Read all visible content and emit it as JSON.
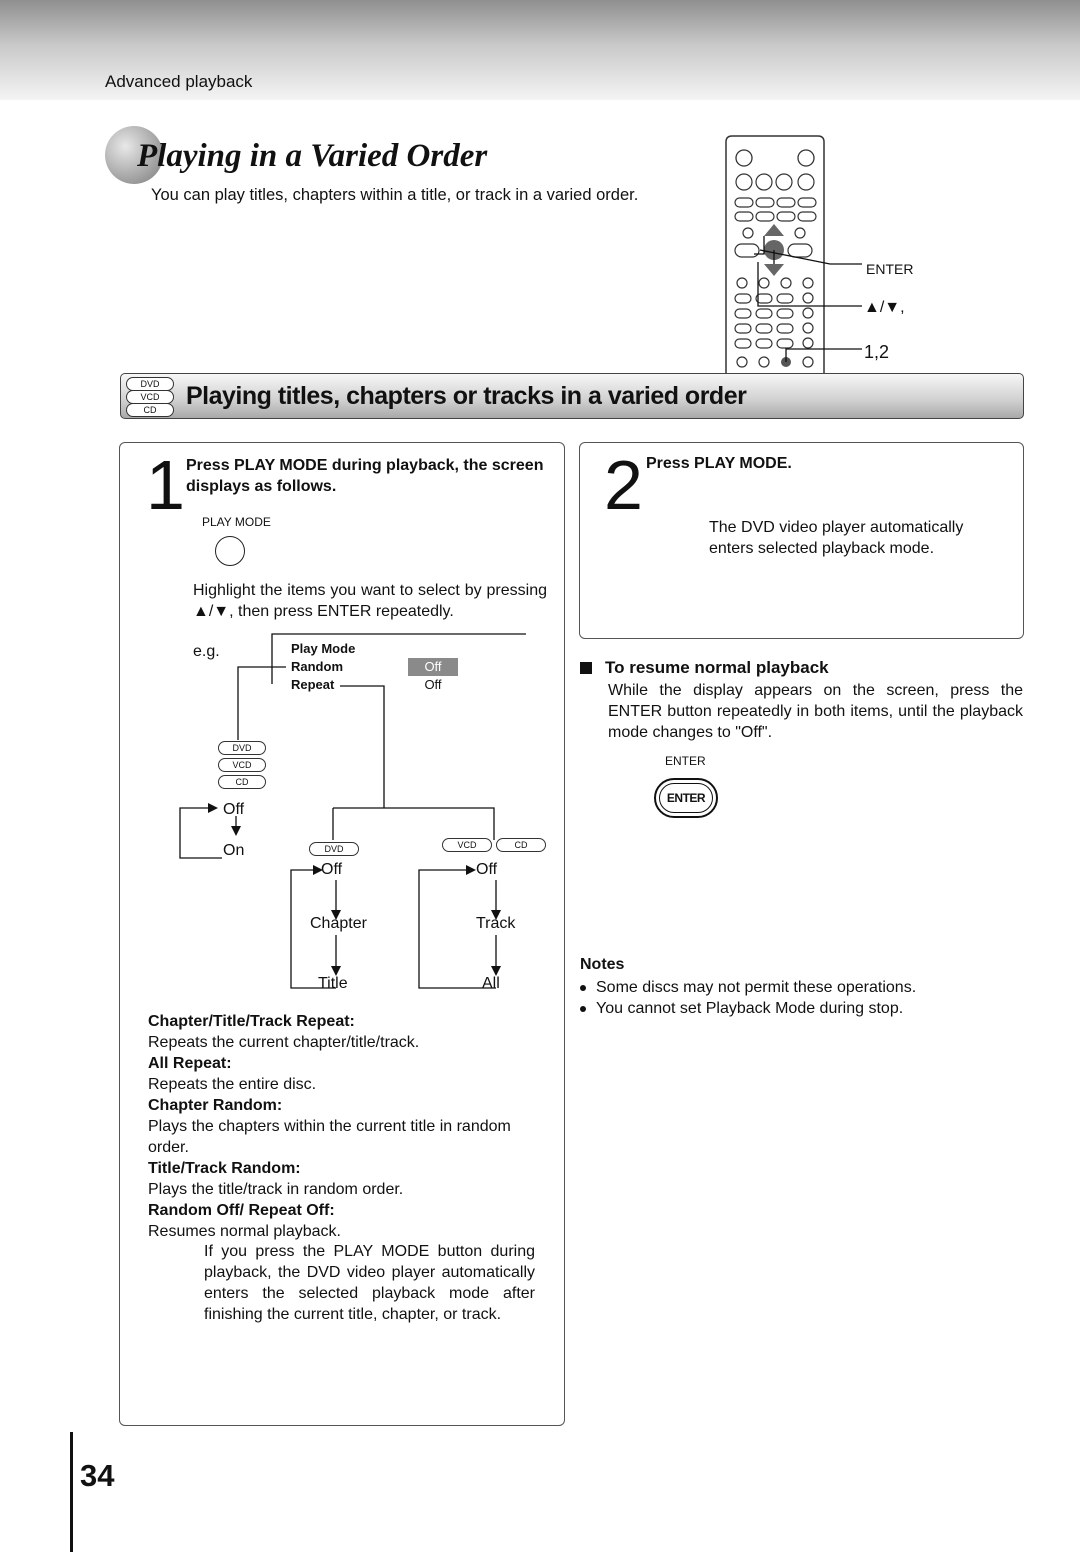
{
  "header": {
    "section": "Advanced playback"
  },
  "title": "Playing in a Varied Order",
  "intro": "You can play titles, chapters within a title, or track in a varied order.",
  "remote": {
    "label_enter": "ENTER",
    "label_arrows": "▲/▼,",
    "label_steps": "1,2"
  },
  "banner": {
    "discs": [
      "DVD",
      "VCD",
      "CD"
    ],
    "text": "Playing titles, chapters or tracks in a varied order"
  },
  "step1": {
    "number": "1",
    "heading": "Press PLAY MODE during playback, the screen displays as follows.",
    "button_label": "PLAY MODE",
    "instruction": "Highlight the items you want to select by pressing ▲/▼, then press ENTER repeatedly.",
    "eg": "e.g.",
    "menu": {
      "title": "Play Mode",
      "random": "Random",
      "repeat": "Repeat",
      "random_value": "Off",
      "repeat_value": "Off"
    },
    "random_flow": {
      "discs": [
        "DVD",
        "VCD",
        "CD"
      ],
      "off": "Off",
      "on": "On"
    },
    "repeat_flow": {
      "dvd_disc": "DVD",
      "vcd_disc": "VCD",
      "cd_disc": "CD",
      "dvd_off": "Off",
      "dvd_chapter": "Chapter",
      "dvd_title": "Title",
      "cd_off": "Off",
      "cd_track": "Track",
      "cd_all": "All"
    },
    "definitions": [
      {
        "term": "Chapter/Title/Track Repeat:",
        "desc": "Repeats the current chapter/title/track."
      },
      {
        "term": "All Repeat:",
        "desc": "Repeats the entire disc."
      },
      {
        "term": "Chapter Random:",
        "desc": "Plays the chapters within the current title in random order."
      },
      {
        "term": "Title/Track Random:",
        "desc": "Plays the title/track in random order."
      },
      {
        "term": "Random Off/ Repeat Off:",
        "desc": "Resumes normal playback."
      }
    ],
    "note": "If you press the PLAY MODE button during playback, the DVD video player automatically enters the selected playback mode after finishing the current title, chapter, or track."
  },
  "step2": {
    "number": "2",
    "heading": "Press PLAY MODE.",
    "text": "The DVD video player automatically enters selected playback mode."
  },
  "resume": {
    "heading": "To resume normal playback",
    "text": "While the display appears on the screen, press the ENTER button repeatedly in both items, until the playback mode changes to \"Off\".",
    "enter_label": "ENTER",
    "enter_button": "ENTER"
  },
  "notes": {
    "heading": "Notes",
    "items": [
      "Some discs may not permit these operations.",
      "You cannot set Playback Mode during stop."
    ]
  },
  "page_number": "34"
}
